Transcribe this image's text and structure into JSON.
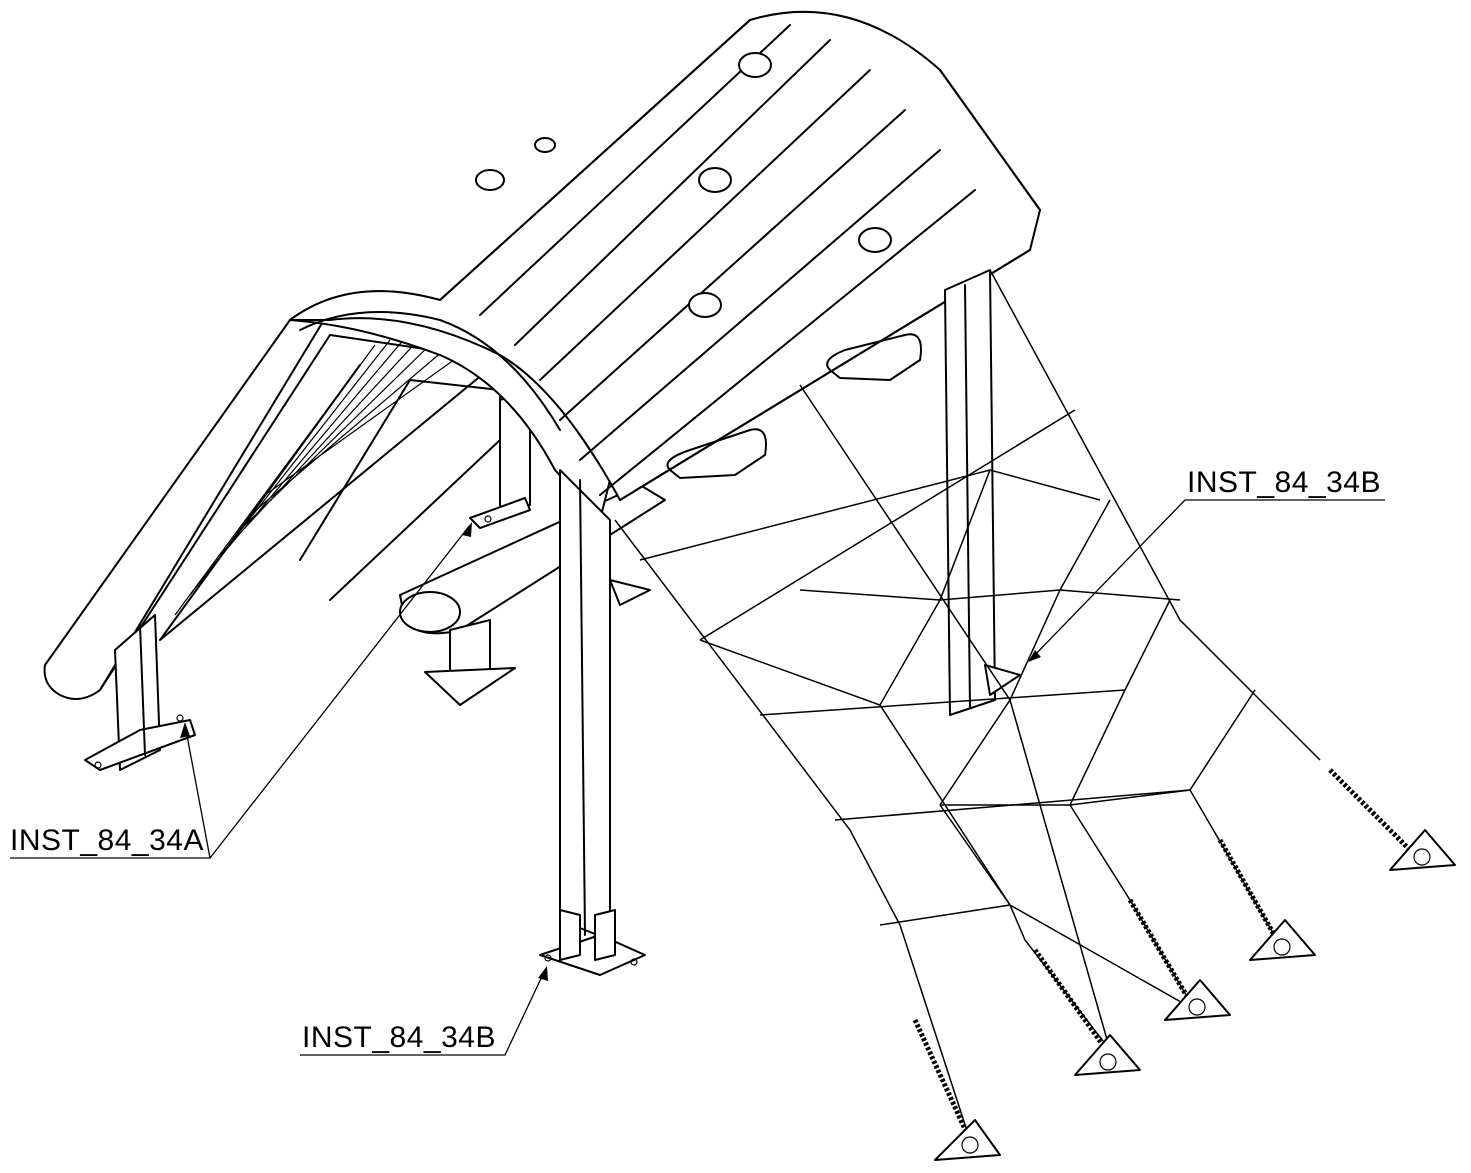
{
  "callouts": {
    "label_a": "INST_84_34A",
    "label_b_right": "INST_84_34B",
    "label_b_bottom": "INST_84_34B"
  }
}
